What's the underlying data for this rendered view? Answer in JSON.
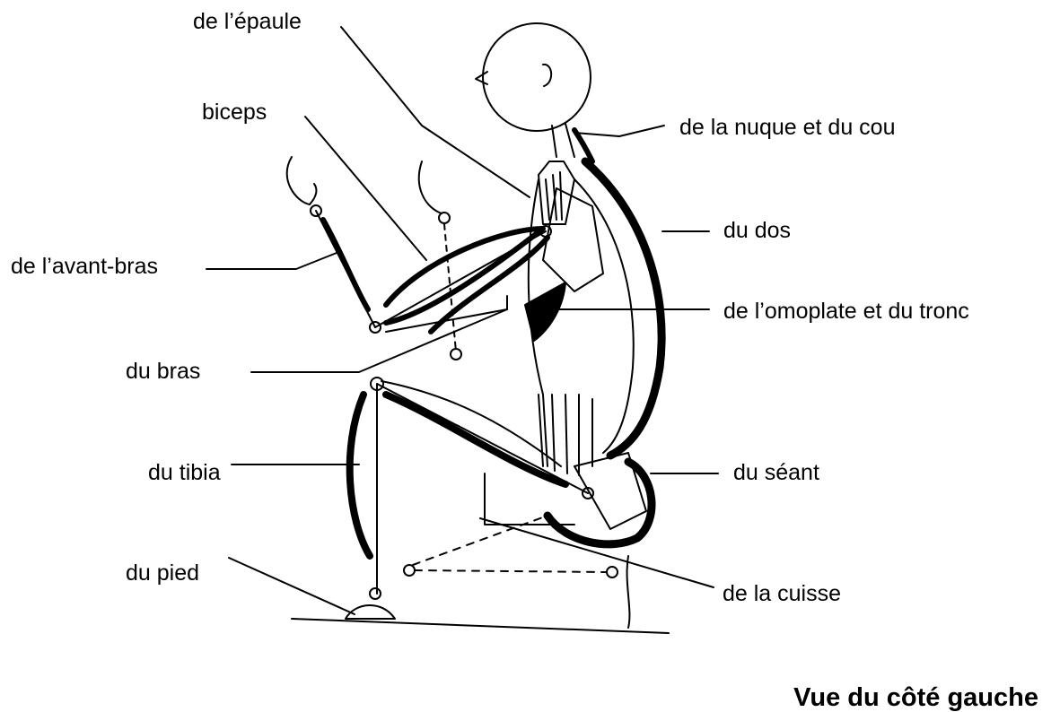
{
  "labels": {
    "shoulder": "de l’épaule",
    "biceps": "biceps",
    "neck": "de la nuque et du cou",
    "forearm": "de l’avant-bras",
    "back": "du dos",
    "scapula_trunk": "de l’omoplate et du tronc",
    "arm": "du bras",
    "shin": "du tibia",
    "seat": "du séant",
    "foot": "du pied",
    "thigh": "de la cuisse"
  },
  "caption": "Vue du côté gauche",
  "colors": {
    "ink": "#000000",
    "background": "#ffffff"
  }
}
